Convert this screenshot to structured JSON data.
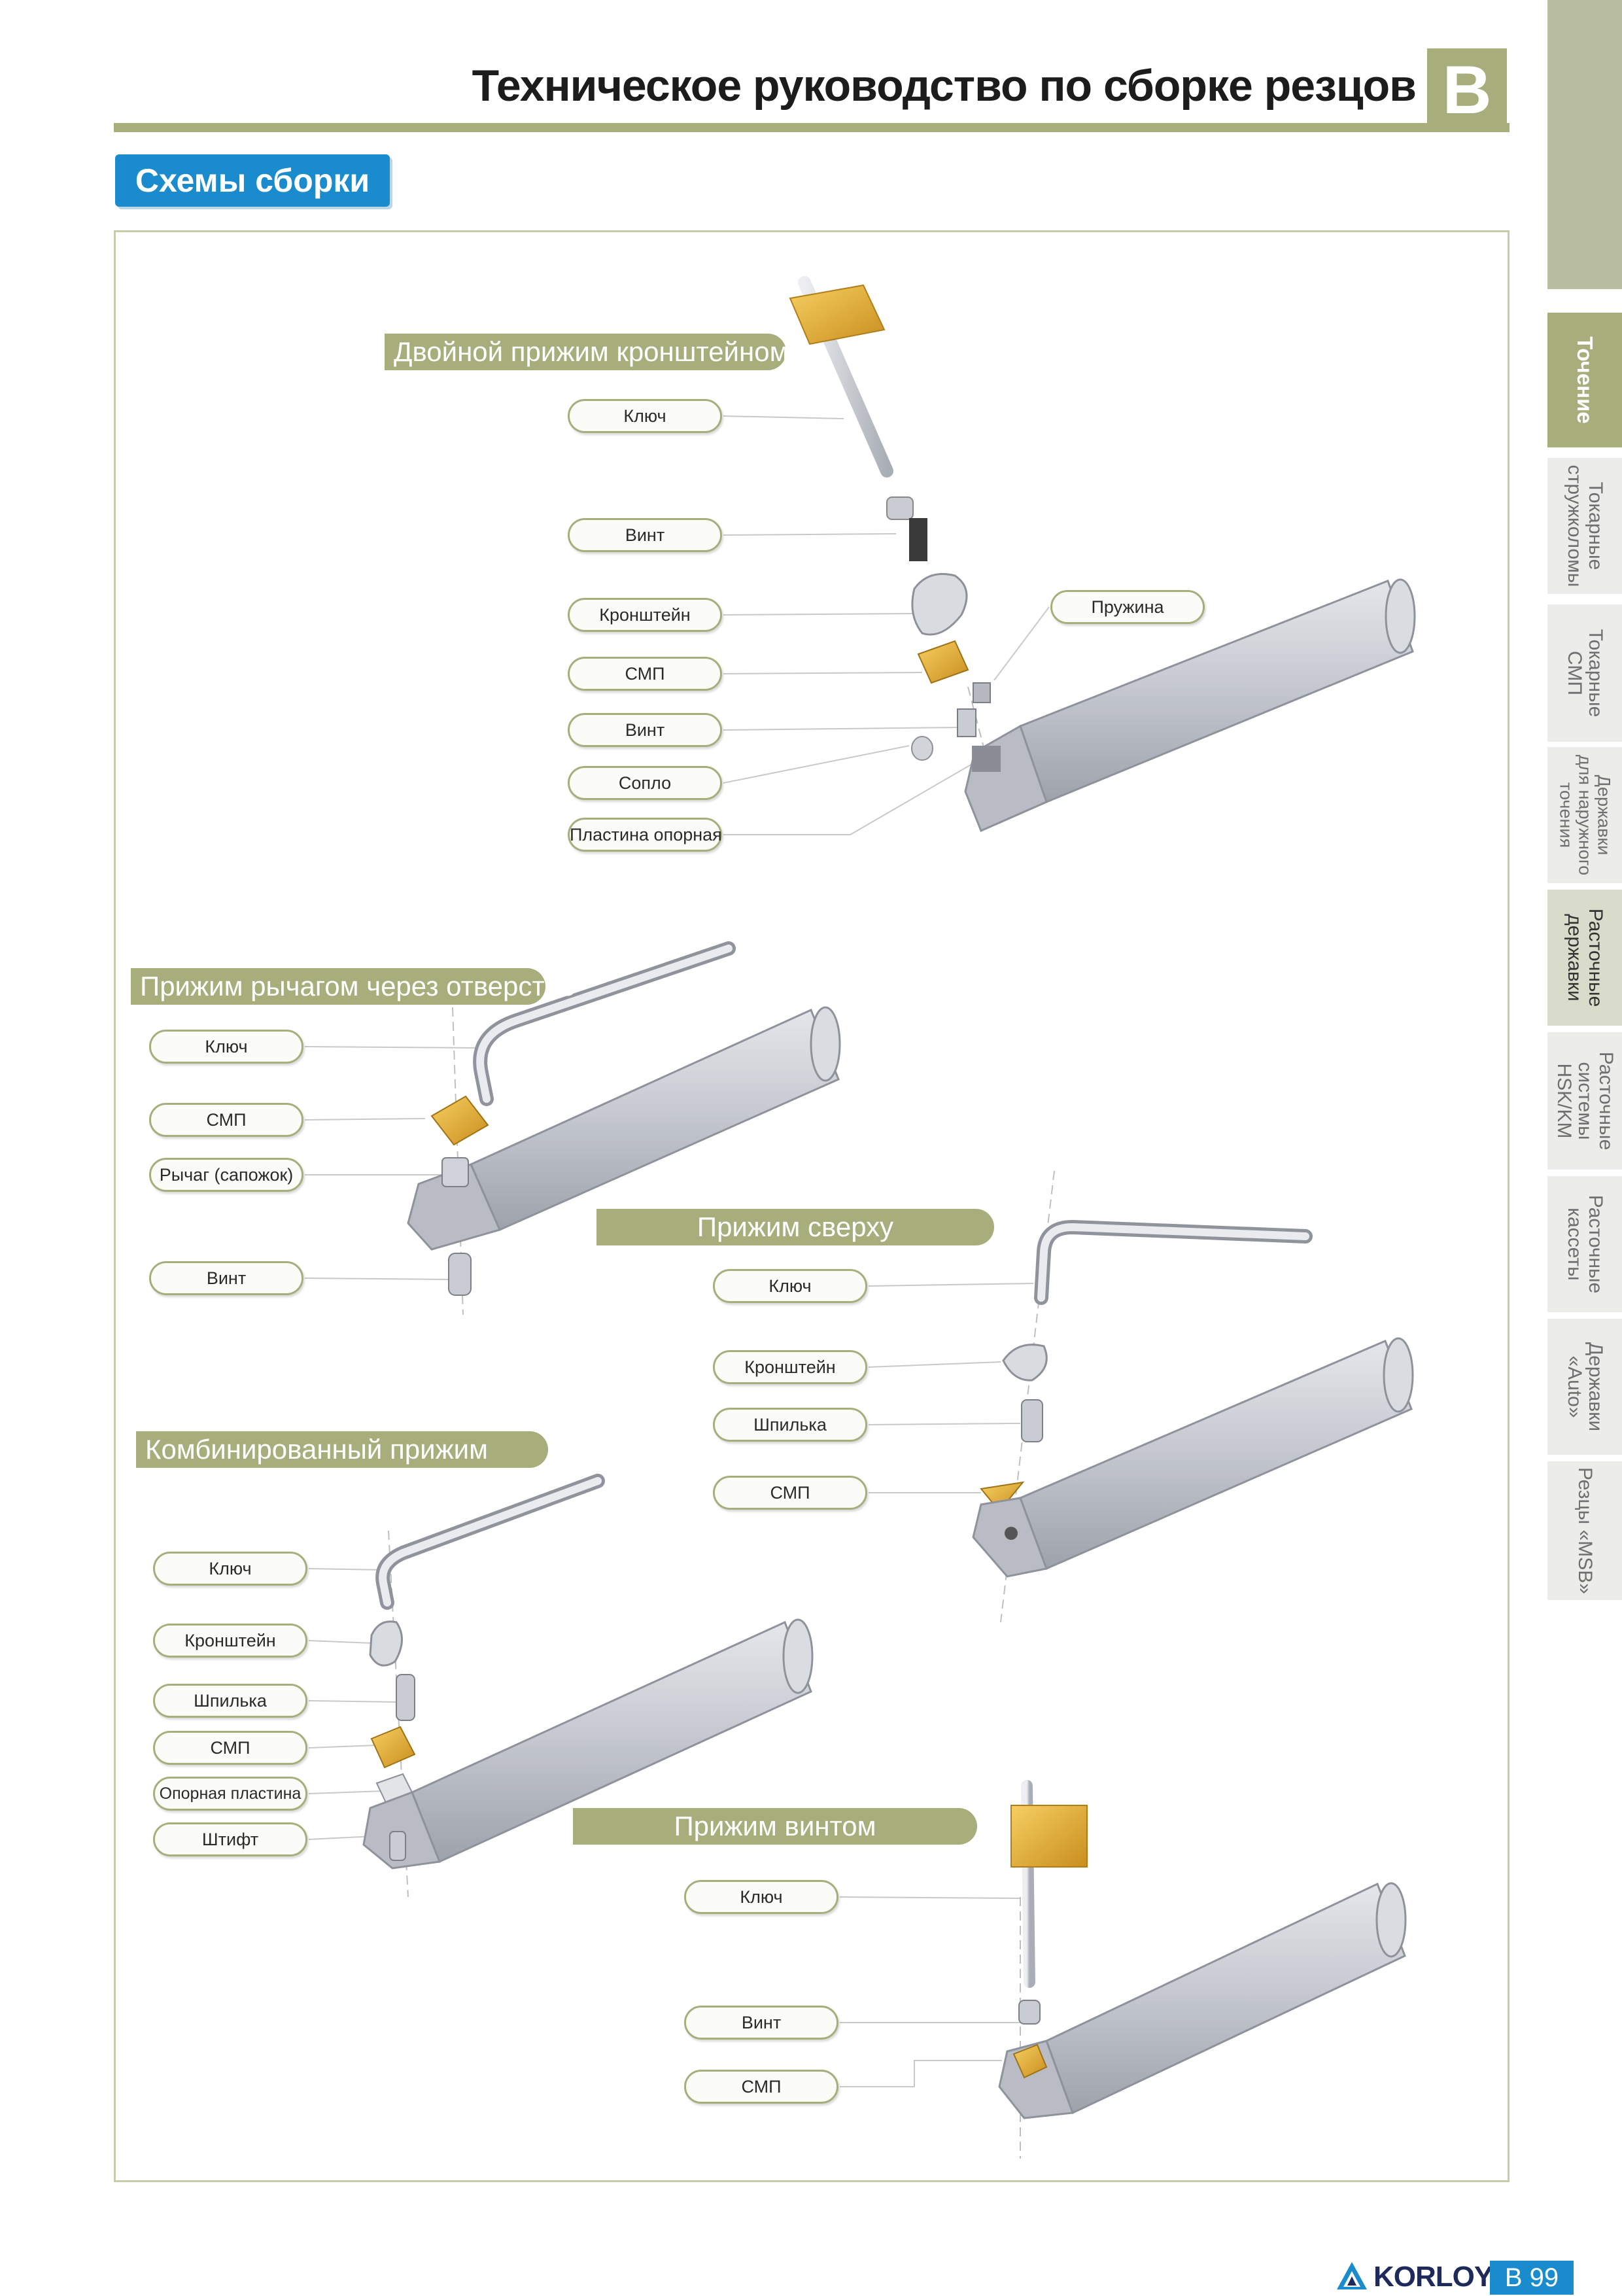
{
  "header": {
    "title": "Техническое руководство по сборке резцов",
    "section_letter": "B",
    "section_tag": "Схемы сборки"
  },
  "groups": [
    {
      "title": "Двойной прижим кронштейном",
      "parts": [
        "Ключ",
        "Винт",
        "Кронштейн",
        "СМП",
        "Винт",
        "Сопло",
        "Пластина опорная"
      ],
      "side_part": "Пружина"
    },
    {
      "title": "Прижим рычагом через отверстие",
      "parts": [
        "Ключ",
        "СМП",
        "Рычаг (сапожок)",
        "Винт"
      ]
    },
    {
      "title": "Прижим сверху",
      "parts": [
        "Ключ",
        "Кронштейн",
        "Шпилька",
        "СМП"
      ]
    },
    {
      "title": "Комбинированный прижим",
      "parts": [
        "Ключ",
        "Кронштейн",
        "Шпилька",
        "СМП",
        "Опорная пластина",
        "Штифт"
      ]
    },
    {
      "title": "Прижим винтом",
      "parts": [
        "Ключ",
        "Винт",
        "СМП"
      ]
    }
  ],
  "side_tabs": [
    {
      "label": "Точение",
      "state": "active"
    },
    {
      "label": "Токарные\nстружколомы",
      "state": "normal"
    },
    {
      "label": "Токарные\nСМП",
      "state": "normal"
    },
    {
      "label": "Державки\nдля наружного\nточения",
      "state": "normal"
    },
    {
      "label": "Расточные\nдержавки",
      "state": "current"
    },
    {
      "label": "Расточные\nсистемы\nHSK/KM",
      "state": "normal"
    },
    {
      "label": "Расточные\nкассеты",
      "state": "normal"
    },
    {
      "label": "Державки\n«Auto»",
      "state": "normal"
    },
    {
      "label": "Резцы «MSB»",
      "state": "normal"
    }
  ],
  "footer": {
    "brand": "KORLOY",
    "page_number": "B 99"
  },
  "colors": {
    "olive": "#a7ae7c",
    "blue": "#1a8ccd",
    "insert_gold": "#e9b53a",
    "tool_gray": "#c5c8cf"
  },
  "icons": [
    "korloy-logo-icon",
    "boring-bar-icon",
    "insert-icon",
    "hex-key-icon",
    "t-wrench-icon",
    "screw-icon",
    "clamp-icon"
  ]
}
